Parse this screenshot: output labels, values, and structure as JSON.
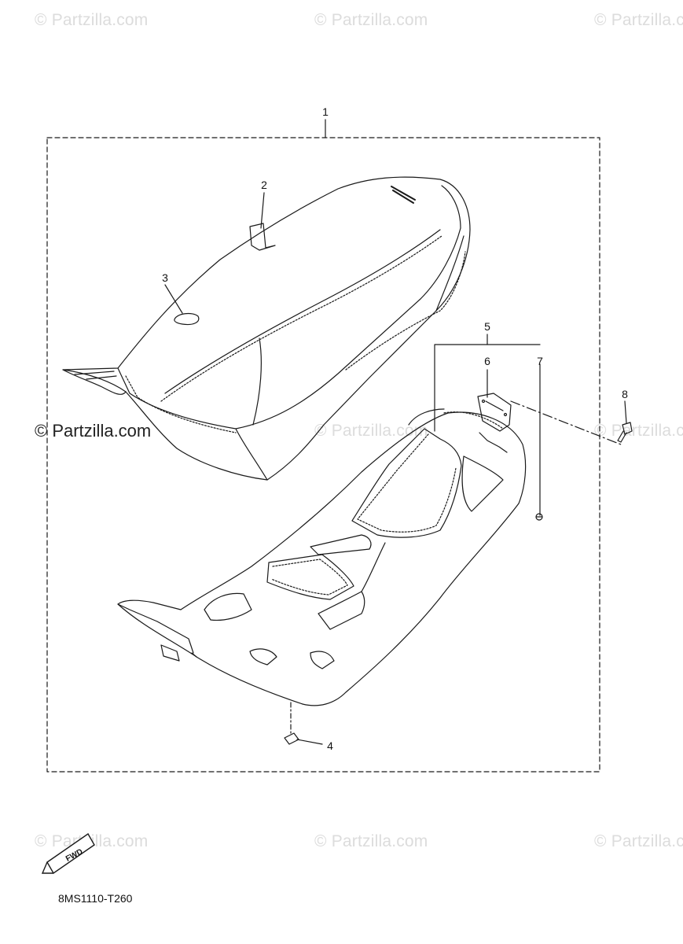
{
  "watermark": {
    "text": "© Partzilla.com",
    "highlighted_text": "© Partzilla.com"
  },
  "callouts": [
    "1",
    "2",
    "3",
    "4",
    "5",
    "6",
    "7",
    "8"
  ],
  "diagram_code": "8MS1110-T260",
  "fwd_indicator": "FWD",
  "colors": {
    "line": "#1a1a1a",
    "watermark": "#dcdcdc",
    "background": "#ffffff"
  }
}
